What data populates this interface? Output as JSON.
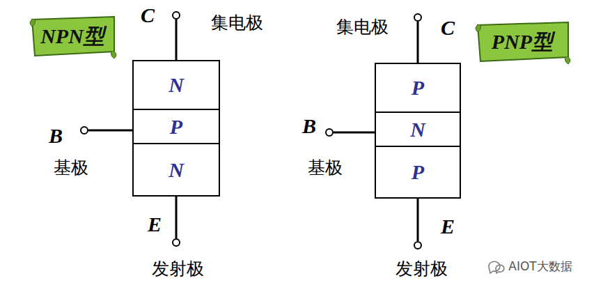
{
  "diagram": {
    "nodes": [
      {
        "text": [
          "NPN型"
        ]
      },
      {
        "text": [
          "N"
        ]
      },
      {
        "text": [
          "P"
        ]
      },
      {
        "text": [
          "N"
        ]
      },
      {
        "text": [
          "PNP型"
        ]
      },
      {
        "text": [
          "P"
        ]
      },
      {
        "text": [
          "N"
        ]
      },
      {
        "text": [
          "P"
        ]
      }
    ],
    "labels": [
      "C",
      "集电极",
      "B",
      "基极",
      "E",
      "发射极",
      "集电极",
      "C",
      "B",
      "基极",
      "E",
      "发射极",
      "AIOT大数据"
    ]
  }
}
